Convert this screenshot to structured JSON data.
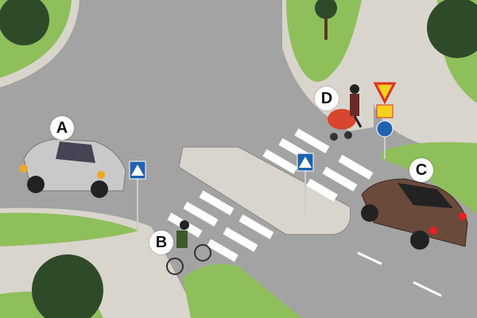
{
  "scene": {
    "labels": {
      "a": "A",
      "b": "B",
      "c": "C",
      "d": "D"
    },
    "colors": {
      "road": "#a3a3a3",
      "grass": "#8fbf5a",
      "sidewalk": "#d9d5cd",
      "car_a": "#c9c9c9",
      "car_c": "#6a4a3a",
      "yield": "#e03020"
    }
  }
}
